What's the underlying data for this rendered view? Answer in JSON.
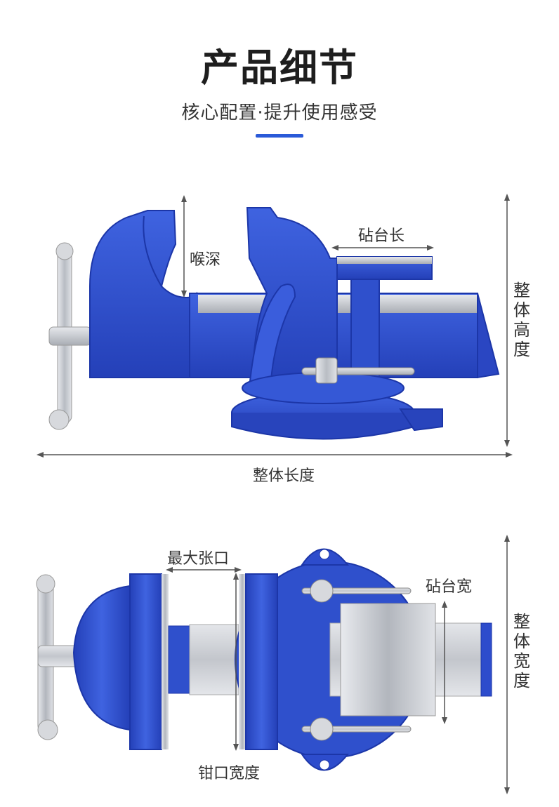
{
  "header": {
    "title": "产品细节",
    "subtitle": "核心配置·提升使用感受"
  },
  "side_view": {
    "labels": {
      "throat_depth": "喉深",
      "anvil_length": "砧台长",
      "overall_height": "整体高度",
      "overall_length": "整体长度"
    }
  },
  "top_view": {
    "labels": {
      "max_opening": "最大张口",
      "anvil_width": "砧台宽",
      "overall_width": "整体宽度",
      "jaw_width": "钳口宽度"
    }
  },
  "colors": {
    "accent": "#2a5ad8",
    "vise_blue": "#2d4fd0",
    "vise_dark": "#1c36a8",
    "steel": "#c9ccd1"
  }
}
